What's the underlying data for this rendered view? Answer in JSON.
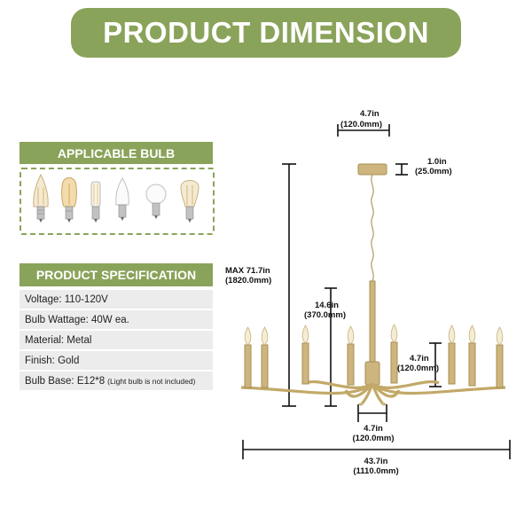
{
  "banner": {
    "title": "PRODUCT DIMENSION"
  },
  "bulbs": {
    "title": "APPLICABLE BULB",
    "items": [
      "filament-candle-bulb",
      "filament-torpedo-bulb",
      "led-corn-bulb",
      "candle-bulb",
      "globe-bulb",
      "st-filament-bulb"
    ]
  },
  "spec": {
    "title": "PRODUCT SPECIFICATION",
    "rows": [
      {
        "text": "Voltage: 110-120V",
        "note": ""
      },
      {
        "text": "Bulb Wattage: 40W ea.",
        "note": ""
      },
      {
        "text": "Material: Metal",
        "note": ""
      },
      {
        "text": "Finish: Gold",
        "note": ""
      },
      {
        "text": "Bulb Base: E12*8",
        "note": "(Light bulb is not included)"
      }
    ]
  },
  "dimensions": {
    "canopy_width": {
      "in": "4.7in",
      "mm": "(120.0mm)"
    },
    "canopy_height": {
      "in": "1.0in",
      "mm": "(25.0mm)"
    },
    "max_height": {
      "in": "MAX 71.7in",
      "mm": "(1820.0mm)"
    },
    "body_height": {
      "in": "14.6in",
      "mm": "(370.0mm)"
    },
    "arm_height": {
      "in": "4.7in",
      "mm": "(120.0mm)"
    },
    "center_width": {
      "in": "4.7in",
      "mm": "(120.0mm)"
    },
    "total_width": {
      "in": "43.7in",
      "mm": "(1110.0mm)"
    }
  },
  "colors": {
    "accent": "#8aa35a",
    "gold": "#c9b27a",
    "row_bg": "#ececec"
  }
}
